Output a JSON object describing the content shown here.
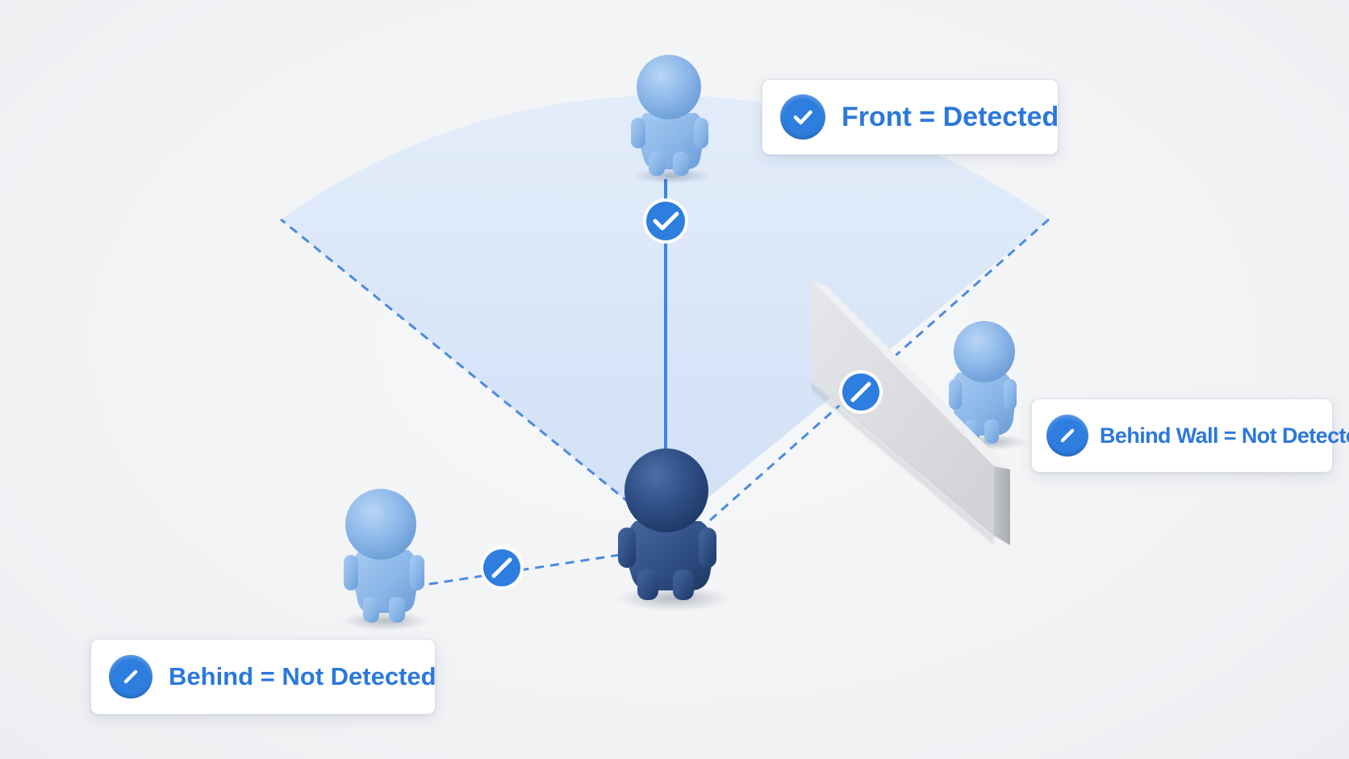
{
  "labels": {
    "front": {
      "text": "Front = Detected",
      "status": "detected",
      "icon": "check-icon"
    },
    "behind_wall": {
      "text": "Behind Wall = Not Detected",
      "status": "not-detected",
      "icon": "slash-icon"
    },
    "behind": {
      "text": "Behind = Not Detected",
      "status": "not-detected",
      "icon": "slash-icon"
    }
  },
  "colors": {
    "accent": "#2e7ee0",
    "text_accent": "#2b78dc",
    "cone_fill": "#dbe7f9",
    "observer": "#2f4f86",
    "figure": "#8db8e8",
    "wall": "#d9dbdf",
    "background": "#f3f4f6"
  }
}
